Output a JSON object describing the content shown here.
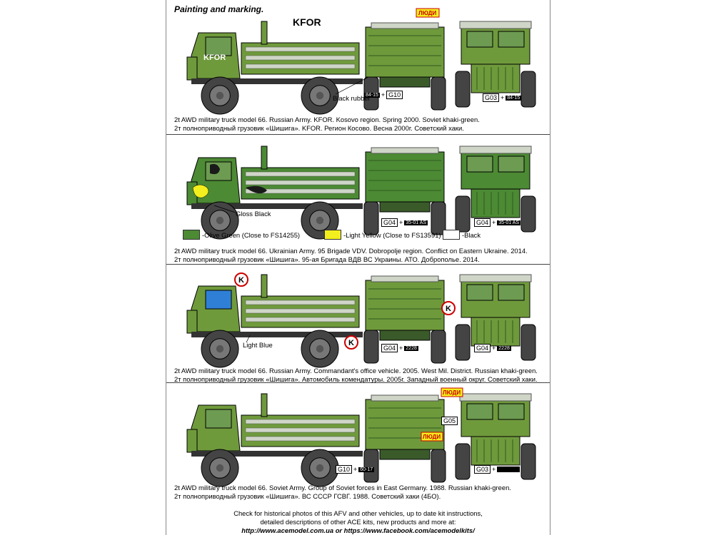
{
  "title": "Painting and marking.",
  "colors": {
    "khaki_green": "#6f9a3c",
    "olive_green": "#4c8a34",
    "light_yellow": "#f3ee1d",
    "black": "#1a1a1a",
    "light_blue": "#2f7fd6",
    "cargo_white": "#cfd6c8",
    "tire": "#444444"
  },
  "sections": [
    {
      "cab_markings": [
        "KFOR",
        "KFOR",
        "ЛЮДИ"
      ],
      "callouts": [
        "Black rubber"
      ],
      "plates": [
        {
          "code": "G10",
          "num": "84-15"
        },
        {
          "code": "G03",
          "num": "84-15"
        }
      ],
      "caption_en": "2t AWD military truck model 66. Russian Army. KFOR. Kosovo region. Spring 2000. Soviet khaki-green.",
      "caption_ru": "2т полноприводный грузовик «Шишига». KFOR. Регион Косово. Весна 2000г. Советский хаки."
    },
    {
      "callouts": [
        "Gloss Black"
      ],
      "plates": [
        {
          "code": "G04",
          "num": "35-01 AS"
        },
        {
          "code": "G04",
          "num": "35-01 AS"
        }
      ],
      "legend": [
        {
          "color": "#4c8a34",
          "label": "-Olive Green (Close to FS14255)"
        },
        {
          "color": "#f3ee1d",
          "label": "-Light Yellow (Close to FS13591)"
        },
        {
          "color": "#ffffff",
          "label": "-Black"
        }
      ],
      "caption_en": "2t AWD military truck model 66. Ukrainian Army. 95 Brigade VDV. Dobropolje region. Conflict on Eastern Ukraine. 2014.",
      "caption_ru": "2т полноприводный грузовик «Шишига». 95-ая Бригада ВДВ ВС Украины. АТО. Доброполье. 2014."
    },
    {
      "cab_markings": [
        "K",
        "K",
        "K"
      ],
      "callouts": [
        "Light Blue"
      ],
      "plates": [
        {
          "code": "G04",
          "num": "2228"
        },
        {
          "code": "G04",
          "num": "2228"
        }
      ],
      "caption_en": "2t AWD military truck model 66. Russian Army. Commandant's office vehicle. 2005. West Mil. District. Russian khaki-green.",
      "caption_ru": "2т полноприводный грузовик «Шишига». Автомобиль комендатуры. 2005г. Западный военный округ. Советский хаки."
    },
    {
      "cab_markings": [
        "ЛЮДИ",
        "ЛЮДИ"
      ],
      "plates": [
        {
          "code": "G10",
          "num": "60-17"
        },
        {
          "code": "G05",
          "num": ""
        },
        {
          "code": "G03",
          "num": ""
        }
      ],
      "caption_en": "2t AWD military truck model 66. Soviet Army. Group of Soviet forces in East Germany. 1988. Russian khaki-green.",
      "caption_ru": "2т полноприводный грузовик «Шишига». ВС СССР ГСВГ. 1988. Советский хаки (4БО)."
    }
  ],
  "footer": {
    "line1": "Check for historical photos of this AFV and  other vehicles, up to date kit instructions,",
    "line2": "detailed descriptions of other ACE kits, new products and more at:",
    "line3": "http://www.acemodel.com.ua or https://www.facebook.com/acemodelkits/"
  }
}
